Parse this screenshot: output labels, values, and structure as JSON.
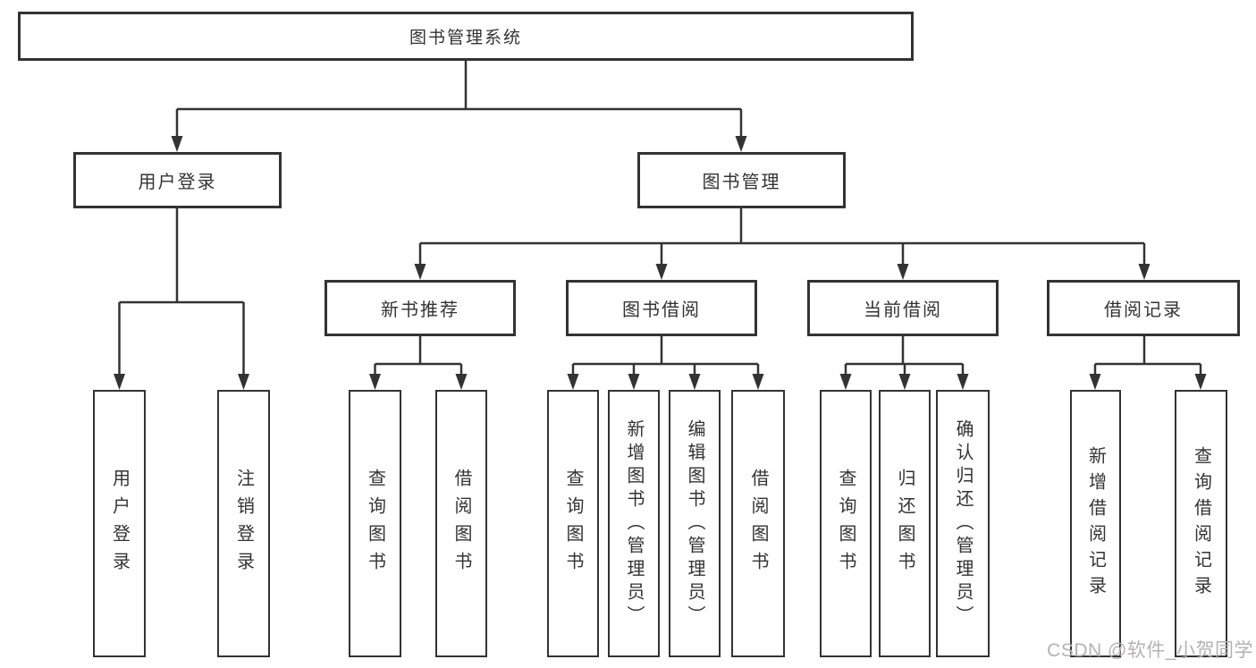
{
  "diagram": {
    "root": {
      "label": "图书管理系统"
    },
    "branches": [
      {
        "label": "用户登录",
        "children": [
          {
            "label": "用户登录"
          },
          {
            "label": "注销登录"
          }
        ]
      },
      {
        "label": "图书管理",
        "children": [
          {
            "label": "新书推荐",
            "children": [
              {
                "label": "查询图书"
              },
              {
                "label": "借阅图书"
              }
            ]
          },
          {
            "label": "图书借阅",
            "children": [
              {
                "label": "查询图书"
              },
              {
                "label": "新增图书（管理员）"
              },
              {
                "label": "编辑图书（管理员）"
              },
              {
                "label": "借阅图书"
              }
            ]
          },
          {
            "label": "当前借阅",
            "children": [
              {
                "label": "查询图书"
              },
              {
                "label": "归还图书"
              },
              {
                "label": "确认归还（管理员）"
              }
            ]
          },
          {
            "label": "借阅记录",
            "children": [
              {
                "label": "新增借阅记录"
              },
              {
                "label": "查询借阅记录"
              }
            ]
          }
        ]
      }
    ],
    "watermark": "CSDN @软件_小贺同学",
    "colors": {
      "line": "#333333",
      "box_background": "#ffffff",
      "watermark": "#b5b1b1"
    }
  }
}
